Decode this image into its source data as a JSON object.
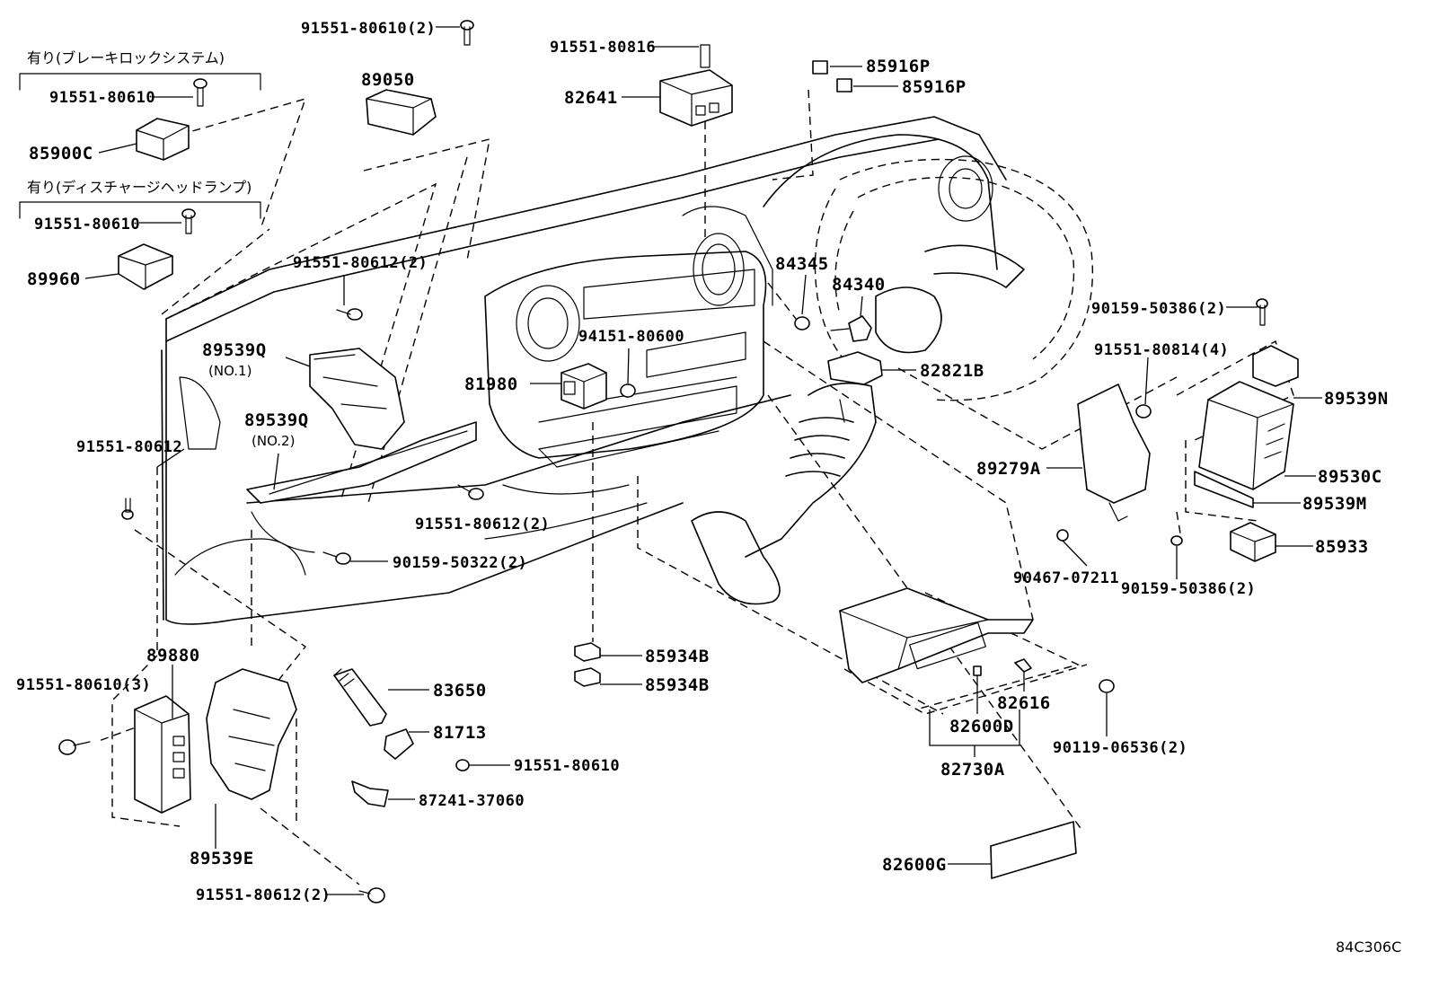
{
  "diagram_ref": "84C306C",
  "option_notes": {
    "brake_lock": "有り(ブレーキロックシステム)",
    "discharge_headlamp": "有り(ディスチャージヘッドランプ)"
  },
  "bracket_notes": {
    "no1": "(NO.1)",
    "no2": "(NO.2)"
  },
  "parts": {
    "p_91551_80610_2_top": "91551-80610(2)",
    "p_89050": "89050",
    "p_91551_80816": "91551-80816",
    "p_82641": "82641",
    "p_85916P_a": "85916P",
    "p_85916P_b": "85916P",
    "p_91551_80610_a": "91551-80610",
    "p_85900C": "85900C",
    "p_91551_80610_b": "91551-80610",
    "p_89960": "89960",
    "p_91551_80612_2_a": "91551-80612(2)",
    "p_84345": "84345",
    "p_84340": "84340",
    "p_90159_50386_2_a": "90159-50386(2)",
    "p_89539Q_1": "89539Q",
    "p_94151_80600": "94151-80600",
    "p_82821B": "82821B",
    "p_91551_80814_4": "91551-80814(4)",
    "p_89539N": "89539N",
    "p_81980": "81980",
    "p_89539Q_2": "89539Q",
    "p_91551_80612_a": "91551-80612",
    "p_89279A": "89279A",
    "p_89530C": "89530C",
    "p_89539M": "89539M",
    "p_91551_80612_2_b": "91551-80612(2)",
    "p_90159_50322_2": "90159-50322(2)",
    "p_90467_07211": "90467-07211",
    "p_90159_50386_2_b": "90159-50386(2)",
    "p_85933": "85933",
    "p_89880": "89880",
    "p_91551_80610_3": "91551-80610(3)",
    "p_85934B_a": "85934B",
    "p_85934B_b": "85934B",
    "p_83650": "83650",
    "p_81713": "81713",
    "p_91551_80610_c": "91551-80610",
    "p_87241_37060": "87241-37060",
    "p_82616": "82616",
    "p_82600D": "82600D",
    "p_90119_06536_2": "90119-06536(2)",
    "p_82730A": "82730A",
    "p_89539E": "89539E",
    "p_91551_80612_2_c": "91551-80612(2)",
    "p_82600G": "82600G"
  }
}
